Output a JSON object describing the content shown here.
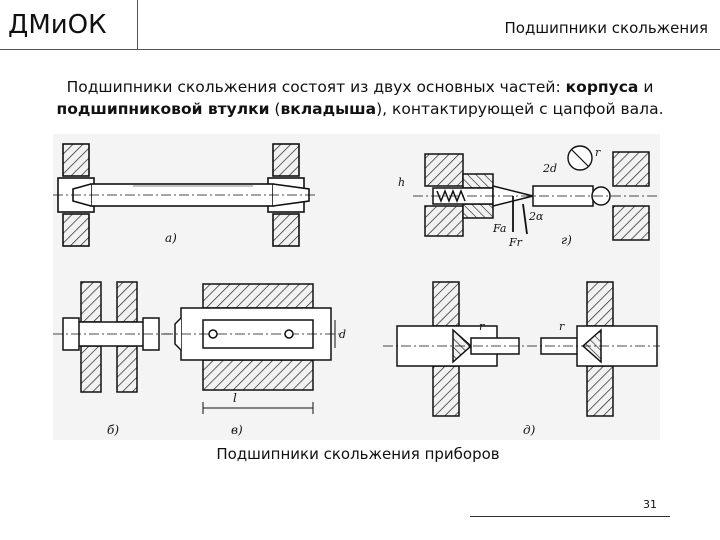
{
  "header": {
    "brand": "ДМиОК",
    "topic": "Подшипники скольжения"
  },
  "lead": {
    "part1": "Подшипники скольжения состоят из двух основных частей: ",
    "bold1": "корпуса",
    "part2": " и ",
    "bold2": "подшипниковой втулки",
    "part3": " (",
    "bold3": "вкладыша",
    "part4": "), контактирующей с цапфой вала."
  },
  "figure": {
    "labels": {
      "a": "а)",
      "b": "б)",
      "v": "в)",
      "g": "г)",
      "d": "д)",
      "dim_l": "l",
      "dim_d": "d",
      "dim_2d": "2d",
      "dim_2a": "2α",
      "dim_r": "r",
      "dim_h": "h",
      "force_fa": "Fa",
      "force_fr": "Fr"
    }
  },
  "caption": "Подшипники скольжения приборов",
  "page_number": "31"
}
